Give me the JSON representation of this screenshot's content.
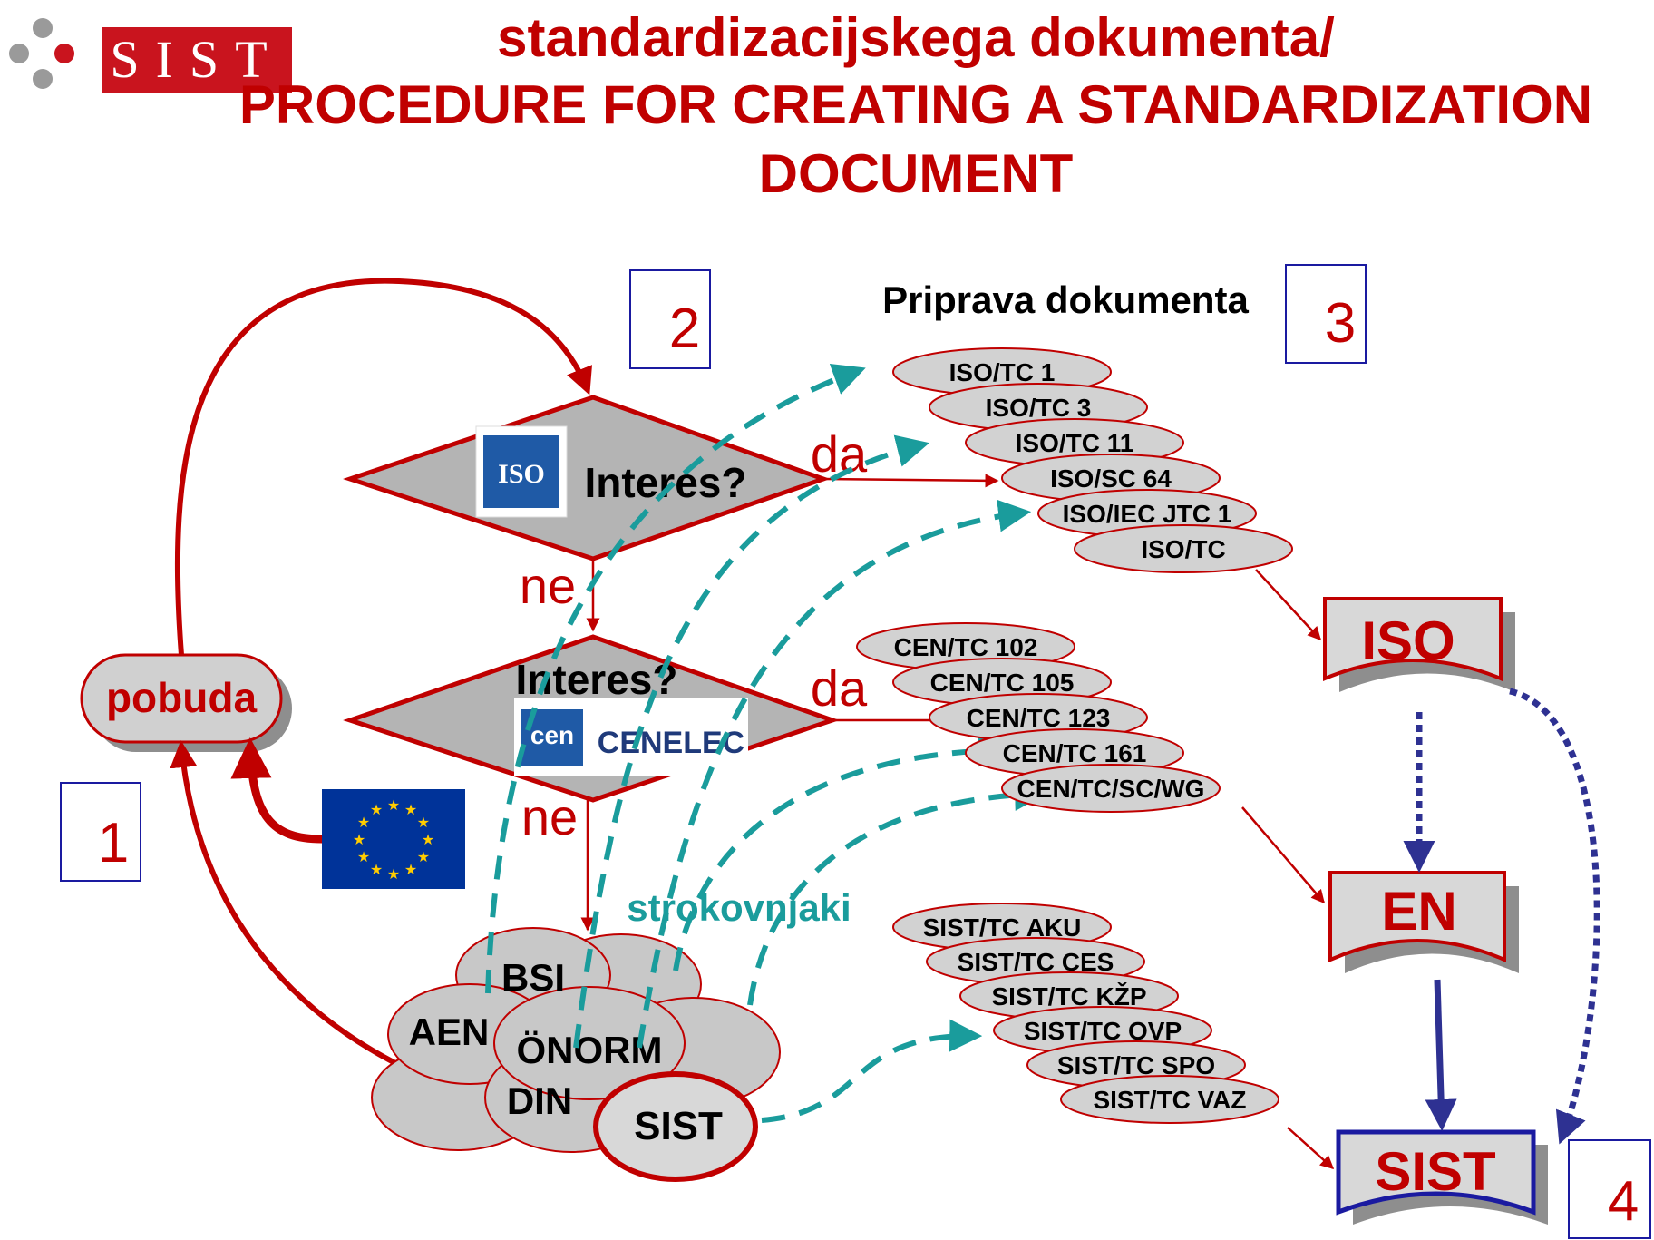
{
  "header": {
    "logo_text": "SIST",
    "title_line1": "standardizacijskega dokumenta/",
    "title_line2": "PROCEDURE FOR CREATING A STANDARDIZATION",
    "title_line3": "DOCUMENT"
  },
  "steps": {
    "s1": "1",
    "s2": "2",
    "s3": "3",
    "s4": "4"
  },
  "start": {
    "label": "pobuda"
  },
  "decisions": {
    "iso": {
      "label": "Interes?",
      "logo": "ISO"
    },
    "cen": {
      "label": "Interes?",
      "logo_cen": "cen",
      "logo_cenelec": "CENELEC"
    }
  },
  "edge_labels": {
    "da1": "da",
    "da2": "da",
    "ne1": "ne",
    "ne2": "ne",
    "experts": "strokovnjaki"
  },
  "prep_heading": "Priprava dokumenta",
  "iso_committees": [
    "ISO/TC 1",
    "ISO/TC 3",
    "ISO/TC 11",
    "ISO/SC 64",
    "ISO/IEC JTC 1",
    "ISO/TC"
  ],
  "cen_committees": [
    "CEN/TC 102",
    "CEN/TC 105",
    "CEN/TC 123",
    "CEN/TC 161",
    "CEN/TC/SC/WG"
  ],
  "sist_committees": [
    "SIST/TC AKU",
    "SIST/TC CES",
    "SIST/TC KŽP",
    "SIST/TC OVP",
    "SIST/TC SPO",
    "SIST/TC VAZ"
  ],
  "national_bodies": [
    "BSI",
    "AEN",
    "ÖNORM",
    "DIN",
    "SIST"
  ],
  "outputs": {
    "iso": "ISO",
    "en": "EN",
    "sist": "SIST"
  },
  "colors": {
    "red": "#c00000",
    "teal": "#1a9c9c",
    "blue": "#2e3192",
    "gray": "#c8c8c8"
  }
}
